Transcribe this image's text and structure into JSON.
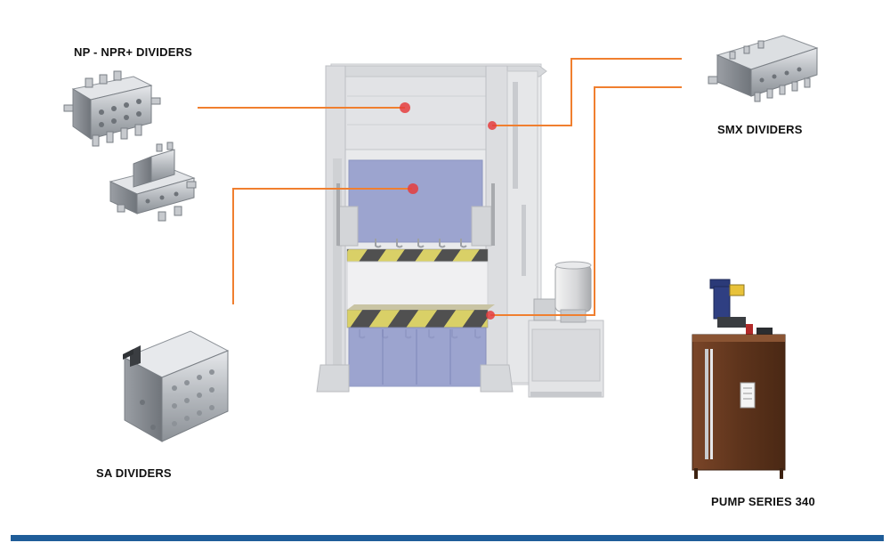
{
  "labels": {
    "np_npr": "NP - NPR+ DIVIDERS",
    "smx": "SMX DIVIDERS",
    "sa": "SA DIVIDERS",
    "pump": "PUMP SERIES 340"
  },
  "colors": {
    "connector": "#f07f2f",
    "marker": "#e53d3d",
    "footer_bar": "#1f5d99",
    "press_frame": "#dfe0e3",
    "press_panel": "#8f98cb",
    "hazard_yellow": "#d8cf62",
    "pump_tank": "#6b3c22",
    "divider_metal": "#b9bcc1"
  },
  "icons": {
    "press": "mechanical-press-illustration",
    "np_divider": "np-divider-block-icon",
    "npr_divider": "npr-divider-block-icon",
    "smx_divider": "smx-divider-block-icon",
    "sa_divider": "sa-divider-block-icon",
    "pump": "pump-unit-icon"
  }
}
